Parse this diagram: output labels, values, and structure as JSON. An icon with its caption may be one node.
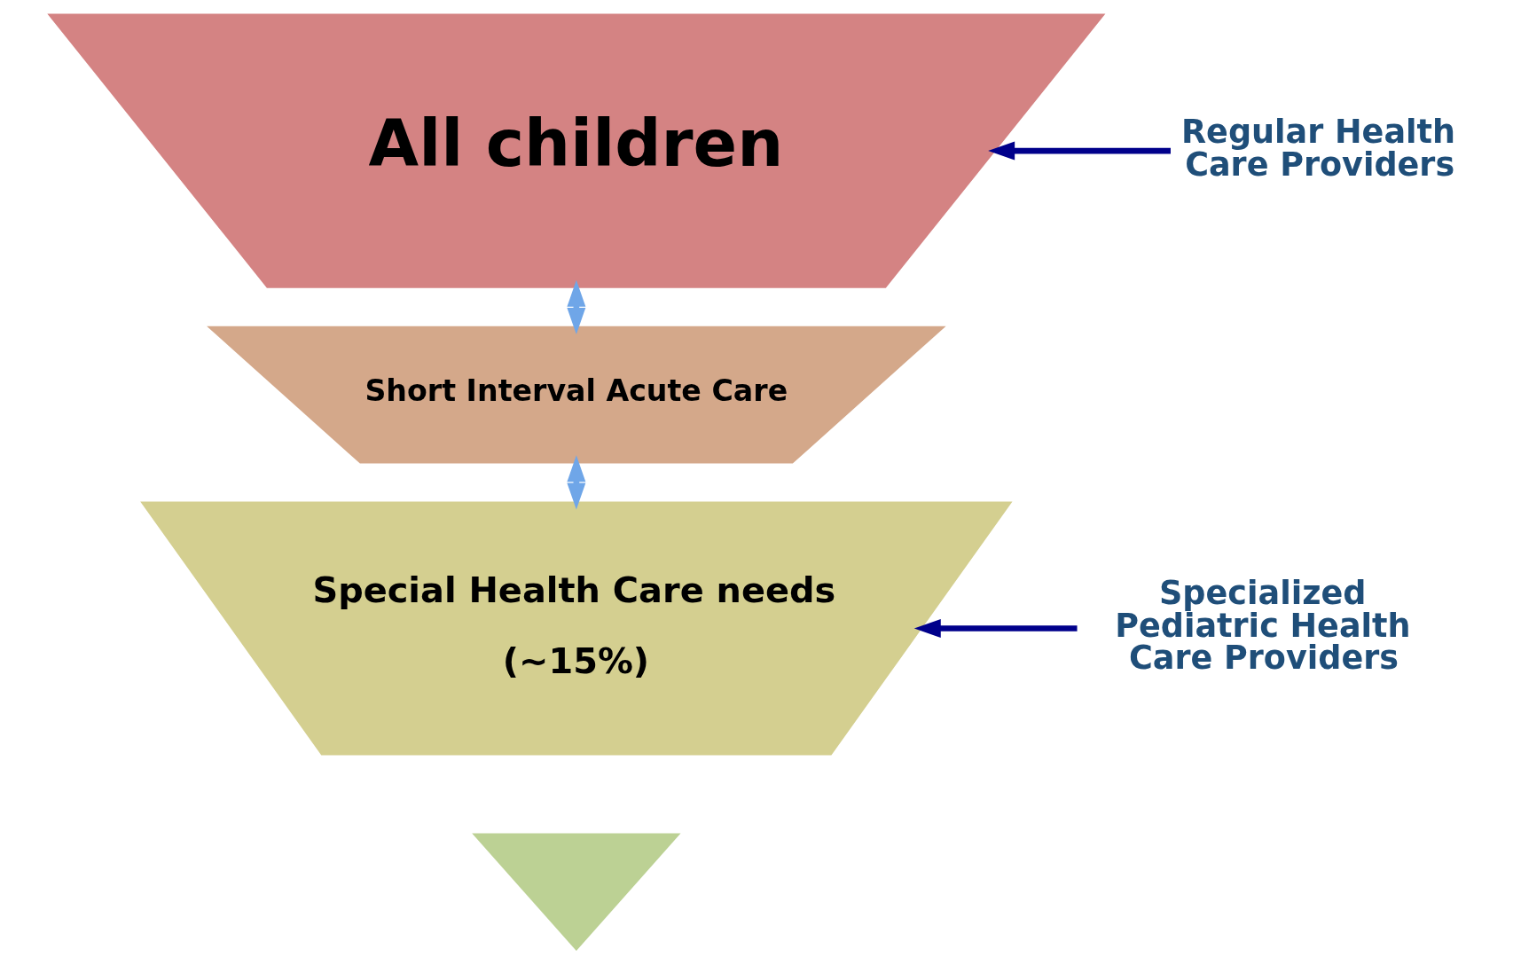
{
  "diagram": {
    "nodes": [
      {
        "text": [
          "All children"
        ]
      },
      {
        "text": [
          "Short Interval Acute Care"
        ]
      },
      {
        "text": [
          "Special Health Care needs",
          "(~15%)"
        ]
      },
      {
        "text": [],
        "shape": "triangle"
      },
      {
        "text": [
          "Regular Health Care Providers"
        ]
      },
      {
        "text": [
          "Specialized Pediatric Health Care Providers"
        ]
      }
    ],
    "edges": [
      {
        "from": 0,
        "to": 1,
        "arrow": "both",
        "color": "#6fa6e8"
      },
      {
        "from": 1,
        "to": 2,
        "arrow": "both",
        "color": "#6fa6e8"
      },
      {
        "from": 4,
        "to": 0,
        "arrow": "to",
        "color": "#00008b"
      },
      {
        "from": 5,
        "to": 2,
        "arrow": "to",
        "color": "#00008b"
      }
    ]
  }
}
